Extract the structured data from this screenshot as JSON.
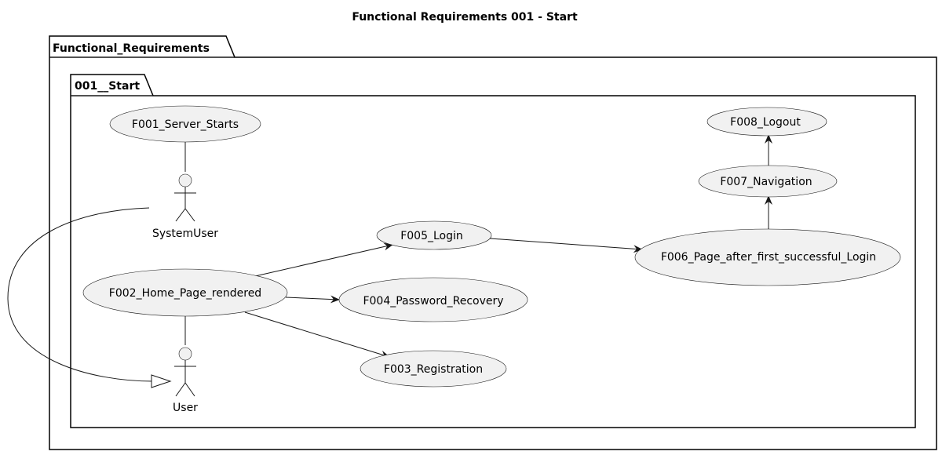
{
  "title": "Functional Requirements 001 - Start",
  "packages": {
    "outer": "Functional_Requirements",
    "inner": "001__Start"
  },
  "actors": {
    "system_user": "SystemUser",
    "user": "User"
  },
  "use_cases": {
    "f001": "F001_Server_Starts",
    "f002": "F002_Home_Page_rendered",
    "f003": "F003_Registration",
    "f004": "F004_Password_Recovery",
    "f005": "F005_Login",
    "f006": "F006_Page_after_first_successful_Login",
    "f007": "F007_Navigation",
    "f008": "F008_Logout"
  },
  "relations": [
    {
      "from": "SystemUser",
      "to": "F001_Server_Starts",
      "type": "association"
    },
    {
      "from": "User",
      "to": "F002_Home_Page_rendered",
      "type": "association"
    },
    {
      "from": "SystemUser",
      "to": "User",
      "type": "generalization"
    },
    {
      "from": "F002_Home_Page_rendered",
      "to": "F005_Login",
      "type": "arrow"
    },
    {
      "from": "F002_Home_Page_rendered",
      "to": "F004_Password_Recovery",
      "type": "arrow"
    },
    {
      "from": "F002_Home_Page_rendered",
      "to": "F003_Registration",
      "type": "arrow"
    },
    {
      "from": "F005_Login",
      "to": "F006_Page_after_first_successful_Login",
      "type": "arrow"
    },
    {
      "from": "F006_Page_after_first_successful_Login",
      "to": "F007_Navigation",
      "type": "arrow"
    },
    {
      "from": "F007_Navigation",
      "to": "F008_Logout",
      "type": "arrow"
    }
  ]
}
